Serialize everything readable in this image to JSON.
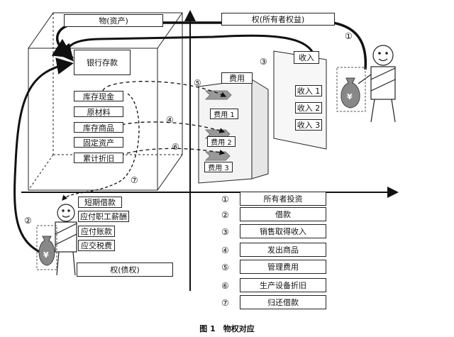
{
  "title_assets": "物(资产)",
  "title_equity": "权(所有者权益)",
  "title_liabilities": "权(债权)",
  "assets": [
    "银行存款",
    "库存现金",
    "原材料",
    "库存商品",
    "固定资产",
    "累计折旧"
  ],
  "liabilities": [
    "短期借款",
    "应付职工薪酬",
    "应付账款",
    "应交税费"
  ],
  "expenses_title": "费用",
  "expenses": [
    "费用 1",
    "费用 2",
    "费用 3"
  ],
  "income_title": "收入",
  "incomes": [
    "收入 1",
    "收入 2",
    "收入 3"
  ],
  "flow_markers": [
    "①",
    "②",
    "③",
    "④",
    "⑤",
    "⑥",
    "⑦"
  ],
  "legend": [
    {
      "num": "①",
      "text": "所有者投资"
    },
    {
      "num": "②",
      "text": "借款"
    },
    {
      "num": "③",
      "text": "销售取得收入"
    },
    {
      "num": "④",
      "text": "发出商品"
    },
    {
      "num": "⑤",
      "text": "管理费用"
    },
    {
      "num": "⑥",
      "text": "生产设备折旧"
    },
    {
      "num": "⑦",
      "text": "归还借款"
    }
  ],
  "money_symbol": "¥",
  "caption": "图 1　物权对应"
}
